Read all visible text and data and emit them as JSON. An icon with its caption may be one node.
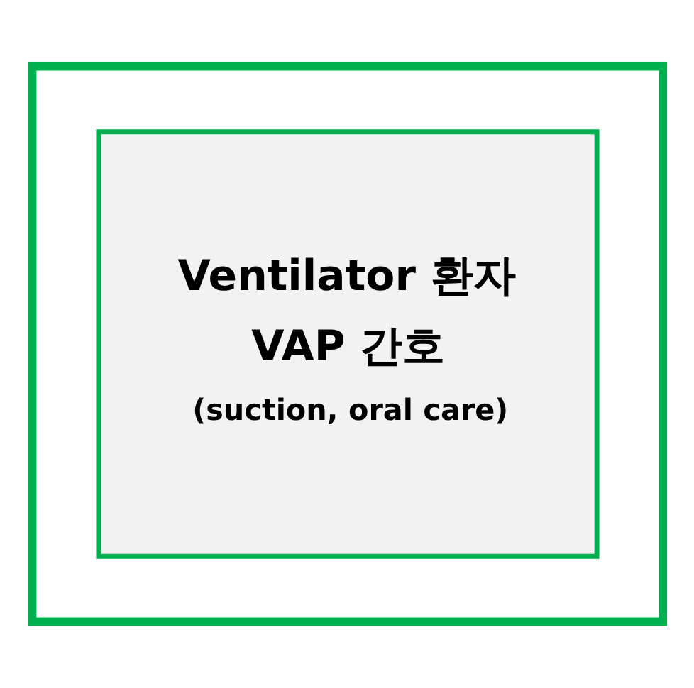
{
  "diagram": {
    "nodes": [
      {
        "text": [],
        "shape": "box"
      },
      {
        "text": [
          "Ventilator 환자 VAP 간호",
          "(suction, oral care)"
        ],
        "in": 0
      }
    ]
  }
}
